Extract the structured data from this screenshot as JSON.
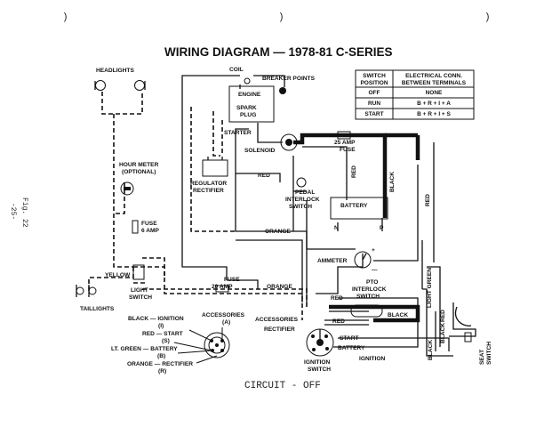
{
  "title": "WIRING DIAGRAM — 1978-81 C-SERIES",
  "caption": "CIRCUIT - OFF",
  "side_text": {
    "fig": "Fig. 22",
    "page": "-25-"
  },
  "table": {
    "headers": [
      "SWITCH POSITION",
      "ELECTRICAL CONN. BETWEEN TERMINALS"
    ],
    "header_lines": [
      [
        "SWITCH",
        "POSITION"
      ],
      [
        "ELECTRICAL CONN.",
        "BETWEEN TERMINALS"
      ]
    ],
    "rows": [
      [
        "OFF",
        "NONE"
      ],
      [
        "RUN",
        "B + R + I + A"
      ],
      [
        "START",
        "B + R + I + S"
      ]
    ]
  },
  "components": {
    "headlights": "HEADLIGHTS",
    "coil": "COIL",
    "breaker_points": "BREAKER POINTS",
    "engine": "ENGINE",
    "spark_plug": [
      "SPARK",
      "PLUG"
    ],
    "starter": "STARTER",
    "solenoid": "SOLENOID",
    "fuse_25": [
      "25 AMP",
      "FUSE"
    ],
    "hour_meter": [
      "HOUR METER",
      "(OPTIONAL)"
    ],
    "regulator": [
      "REGULATOR",
      "RECTIFIER"
    ],
    "pedal_switch": [
      "PEDAL",
      "INTERLOCK",
      "SWITCH"
    ],
    "battery": "BATTERY",
    "battery_neg": "N",
    "battery_pos": "P",
    "fuse_6": [
      "FUSE",
      "6 AMP"
    ],
    "yellow": "YELLOW",
    "light_switch": [
      "LIGHT",
      "SWITCH"
    ],
    "taillights": "TAILLIGHTS",
    "fuse_20": [
      "FUSE",
      "20 AMP"
    ],
    "ammeter": "AMMETER",
    "ammeter_plus": "+",
    "ammeter_minus": "—",
    "pto_switch": [
      "PTO",
      "INTERLOCK",
      "SWITCH"
    ],
    "seat_switch": [
      "SEAT",
      "SWITCH"
    ],
    "ignition_switch": [
      "IGNITION",
      "SWITCH"
    ]
  },
  "wire_labels": {
    "red_1": "RED",
    "red_2": "RED",
    "red_3": "RED",
    "red_4": "RED",
    "red_5": "RED",
    "red_6": "RED",
    "black_1": "BLACK",
    "black_2": "BLACK",
    "black_3": "BLACK",
    "black_4": "BLACK",
    "orange_1": "ORANGE",
    "orange_2": "ORANGE",
    "light_green": "LIGHT GREEN",
    "accessories": "ACCESSORIES",
    "rectifier": "RECTIFIER",
    "start": "START",
    "battery": "BATTERY",
    "ignition": "IGNITION"
  },
  "ignition_legend": {
    "accessories": [
      "ACCESSORIES",
      "(A)"
    ],
    "lines": [
      [
        "BLACK — IGNITION",
        "(I)"
      ],
      [
        "RED — START",
        "(S)"
      ],
      [
        "LT. GREEN — BATTERY",
        "(B)"
      ],
      [
        "ORANGE — RECTIFIER",
        "(R)"
      ]
    ]
  },
  "marks": {
    "bracket_symbol": ")"
  }
}
